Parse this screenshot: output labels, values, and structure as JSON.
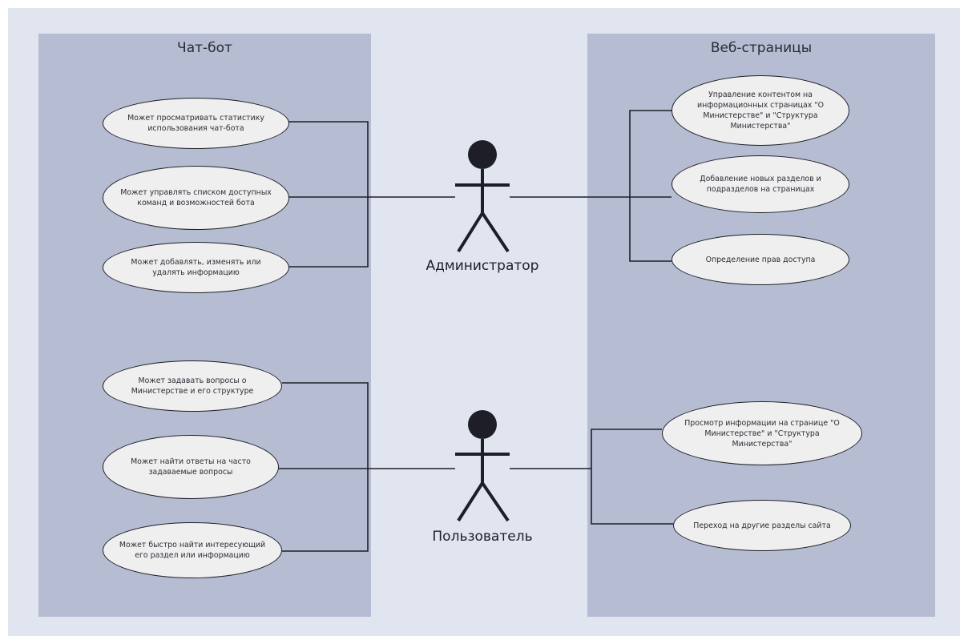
{
  "colors": {
    "outer_frame": "#e1e5ef",
    "system_boundary": "#b6bdd2",
    "use_case_fill": "#efefef",
    "actor_and_lines": "#1e1e28"
  },
  "icons": [
    "stick-figure-actor"
  ],
  "boundaries": {
    "chatbot": {
      "title": "Чат-бот"
    },
    "webpages": {
      "title": "Веб-страницы"
    }
  },
  "actors": {
    "admin": {
      "label": "Администратор"
    },
    "user": {
      "label": "Пользователь"
    }
  },
  "use_cases": {
    "admin_chatbot": [
      "Может просматривать статистику использования чат-бота",
      "Может управлять списком доступных команд и возможностей бота",
      "Может добавлять, изменять или удалять информацию"
    ],
    "admin_web": [
      "Управление контентом на информационных страницах \"О Министерстве\" и \"Структура Министерства\"",
      "Добавление новых разделов и подразделов на страницах",
      "Определение прав доступа"
    ],
    "user_chatbot": [
      "Может задавать вопросы о Министерстве и его структуре",
      "Может найти ответы на часто задаваемые вопросы",
      "Может быстро найти интересующий его раздел или информацию"
    ],
    "user_web": [
      "Просмотр информации на странице \"О Министерстве\" и \"Структура Министерства\"",
      "Переход на другие разделы сайта"
    ]
  }
}
